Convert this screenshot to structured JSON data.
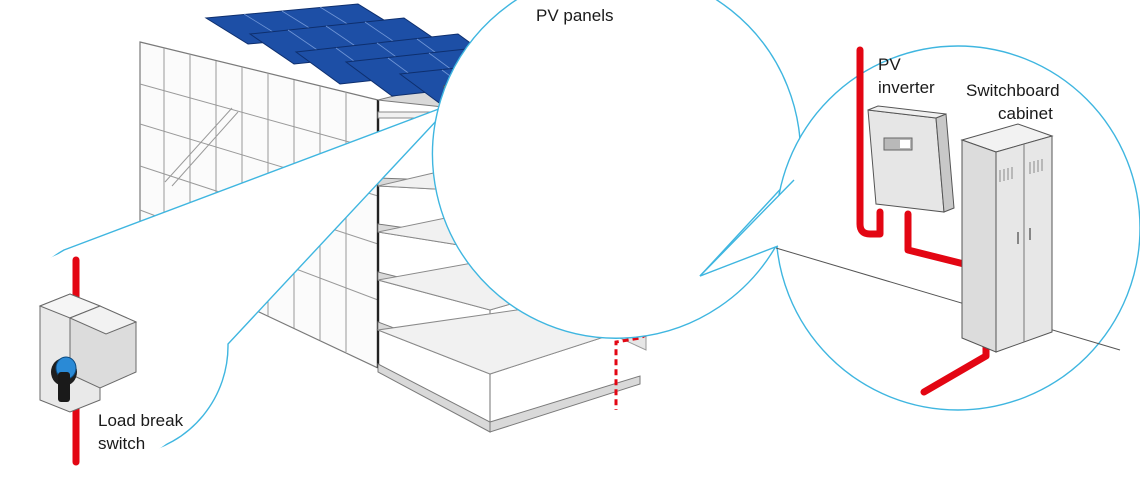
{
  "labels": {
    "pv_panels": "PV panels",
    "pv_inverter_line1": "PV",
    "pv_inverter_line2": "inverter",
    "switchboard_line1": "Switchboard",
    "switchboard_line2": "cabinet",
    "load_break_line1": "Load break",
    "load_break_line2": "switch"
  },
  "colors": {
    "cable": "#e30613",
    "callout_outline": "#3fb6e0",
    "pv_panel": "#1d4fa6",
    "warning_sign": "#f5c400"
  },
  "icons": {
    "warning": "lightning-warning-icon"
  }
}
